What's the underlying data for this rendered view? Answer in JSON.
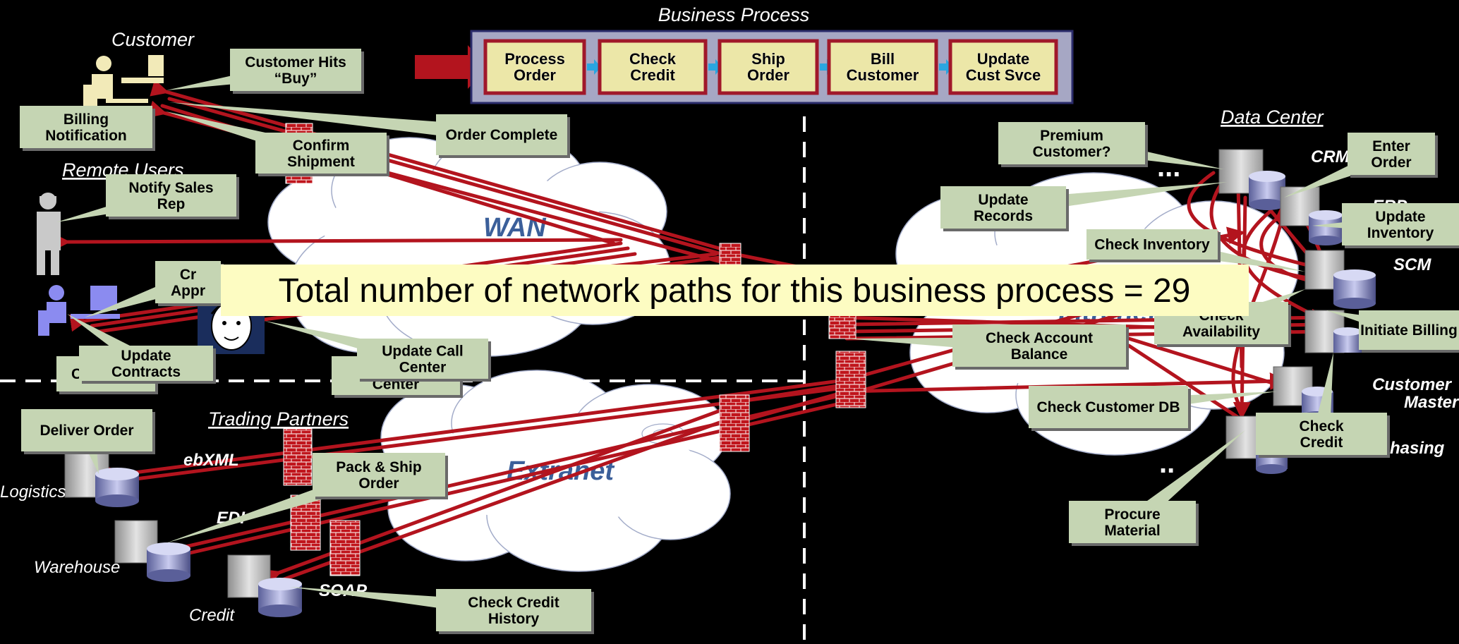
{
  "business_process": {
    "title": "Business Process",
    "steps": [
      {
        "line1": "Process",
        "line2": "Order"
      },
      {
        "line1": "Check",
        "line2": "Credit"
      },
      {
        "line1": "Ship",
        "line2": "Order"
      },
      {
        "line1": "Bill",
        "line2": "Customer"
      },
      {
        "line1": "Update",
        "line2": "Cust Svce"
      }
    ]
  },
  "zones": {
    "customer": "Customer",
    "remote_users": "Remote Users",
    "data_center": "Data Center",
    "trading_partners": "Trading Partners"
  },
  "clouds": {
    "wan": "WAN",
    "extranet": "Extranet",
    "intranet_partial": "Intranet"
  },
  "callouts": {
    "customer_hits_buy": {
      "line1": "Customer Hits",
      "line2": "“Buy”"
    },
    "billing_notification": {
      "line1": "Billing",
      "line2": "Notification"
    },
    "order_complete": {
      "line1": "Order Complete"
    },
    "confirm_shipment": {
      "line1": "Confirm",
      "line2": "Shipment"
    },
    "notify_sales_rep": {
      "line1": "Notify Sales",
      "line2": "Rep"
    },
    "credit_approval_partial": {
      "line1": "Cr",
      "line2": "Appr"
    },
    "update_contracts": {
      "line1": "Update",
      "line2": "Contracts"
    },
    "contracts_behind": {
      "line1": "Contracts"
    },
    "update_call_center": {
      "line1": "Update Call",
      "line2": "Center"
    },
    "center_behind": {
      "line1": "U",
      "line2": "Center"
    },
    "deliver_order": {
      "line1": "Deliver Order"
    },
    "pack_ship_order": {
      "line1": "Pack & Ship",
      "line2": "Order"
    },
    "check_credit_history": {
      "line1": "Check Credit",
      "line2": "History"
    },
    "premium_customer": {
      "line1": "Premium",
      "line2": "Customer?"
    },
    "enter_order": {
      "line1": "Enter",
      "line2": "Order"
    },
    "update_records": {
      "line1": "Update",
      "line2": "Records"
    },
    "check_inventory": {
      "line1": "Check Inventory"
    },
    "update_inventory": {
      "line1": "Update",
      "line2": "Inventory"
    },
    "check_availability": {
      "line1": "Check",
      "line2": "Availability"
    },
    "initiate_billing": {
      "line1": "Initiate Billing"
    },
    "check_account_balance": {
      "line1": "Check Account",
      "line2": "Balance"
    },
    "check_customer_db": {
      "line1": "Check Customer DB"
    },
    "check_credit": {
      "line1": "Check",
      "line2": "Credit"
    },
    "procure_material": {
      "line1": "Procure",
      "line2": "Material"
    }
  },
  "system_labels": {
    "crm": "CRM",
    "erp": "ERP",
    "scm": "SCM",
    "customer_master": {
      "line1": "Customer",
      "line2": "Master"
    },
    "purchasing": "hasing",
    "dots_top": "...",
    "dots_bottom": ".."
  },
  "partner_labels": {
    "logistics": "Logistics",
    "warehouse": "Warehouse",
    "credit": "Credit",
    "ebxml": "ebXML",
    "edi": "EDI",
    "soap": "SOAP"
  },
  "banner": {
    "text": "Total number of network paths for this business process = 29"
  },
  "colors": {
    "background": "#000000",
    "callout_fill": "#c5d5b3",
    "step_fill": "#ece7a8",
    "step_border": "#a0182a",
    "process_panel": "#a6a7c4",
    "path_red": "#b3141e",
    "banner_fill": "#fdfcc2",
    "cloud_text": "#3b5f9a",
    "firewall_red": "#c0151c"
  }
}
